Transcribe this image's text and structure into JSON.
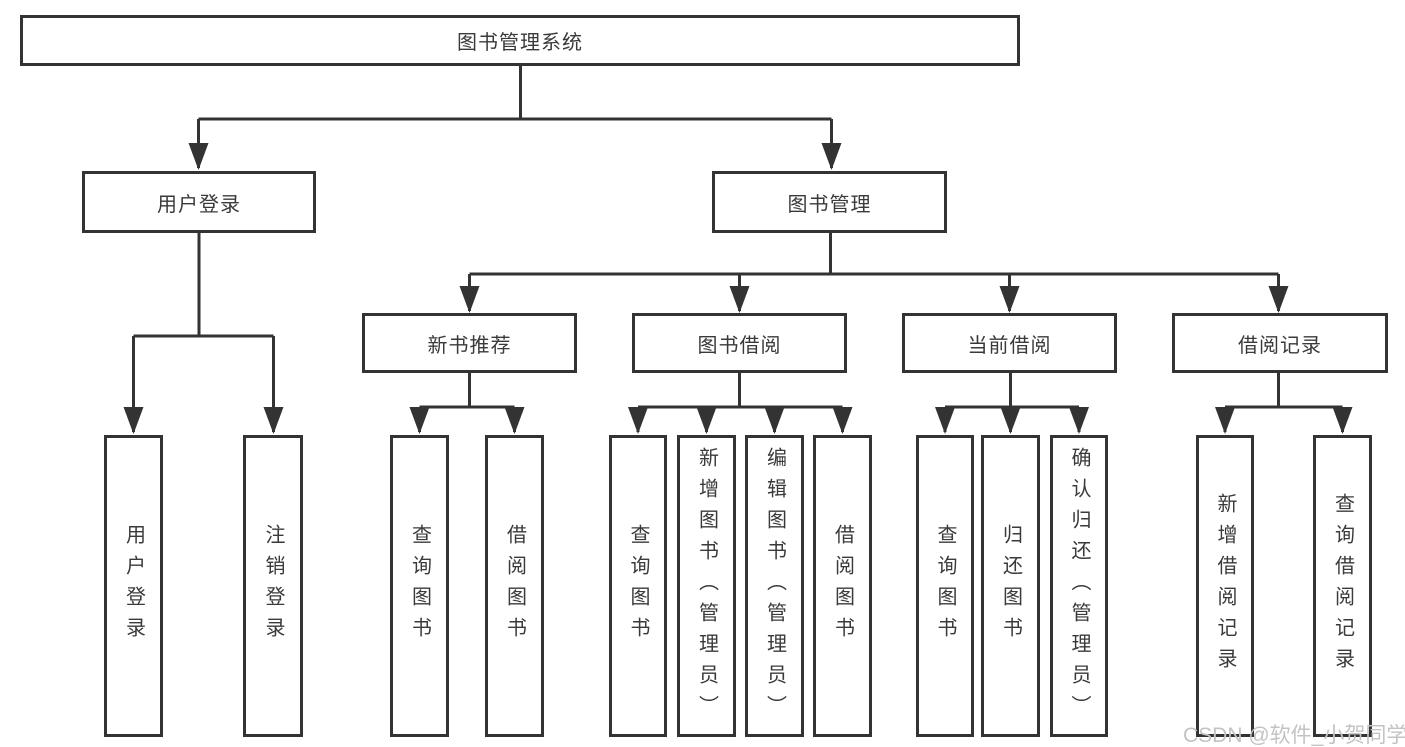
{
  "diagram_title": "图书管理系统",
  "nodes": {
    "root": "图书管理系统",
    "user_login": "用户登录",
    "book_management": "图书管理",
    "new_book_recommend": "新书推荐",
    "book_borrow": "图书借阅",
    "current_borrow": "当前借阅",
    "borrow_records": "借阅记录",
    "leaf_user_login": "用户登录",
    "leaf_logout": "注销登录",
    "leaf_query_book_under_recommend": "查询图书",
    "leaf_borrow_book_under_recommend": "借阅图书",
    "leaf_query_book_under_borrow": "查询图书",
    "leaf_add_book_admin": "新增图书（管理员）",
    "leaf_edit_book_admin": "编辑图书（管理员）",
    "leaf_borrow_book_under_borrow": "借阅图书",
    "leaf_query_book_under_current": "查询图书",
    "leaf_return_book": "归还图书",
    "leaf_confirm_return_admin": "确认归还（管理员）",
    "leaf_add_borrow_record": "新增借阅记录",
    "leaf_query_borrow_record": "查询借阅记录"
  },
  "watermark": "CSDN @软件_小贺同学",
  "colors": {
    "line": "#333333",
    "box_border": "#333333",
    "box_fill": "#ffffff",
    "text": "#3a3a3a",
    "watermark": "#c3c3c3"
  }
}
